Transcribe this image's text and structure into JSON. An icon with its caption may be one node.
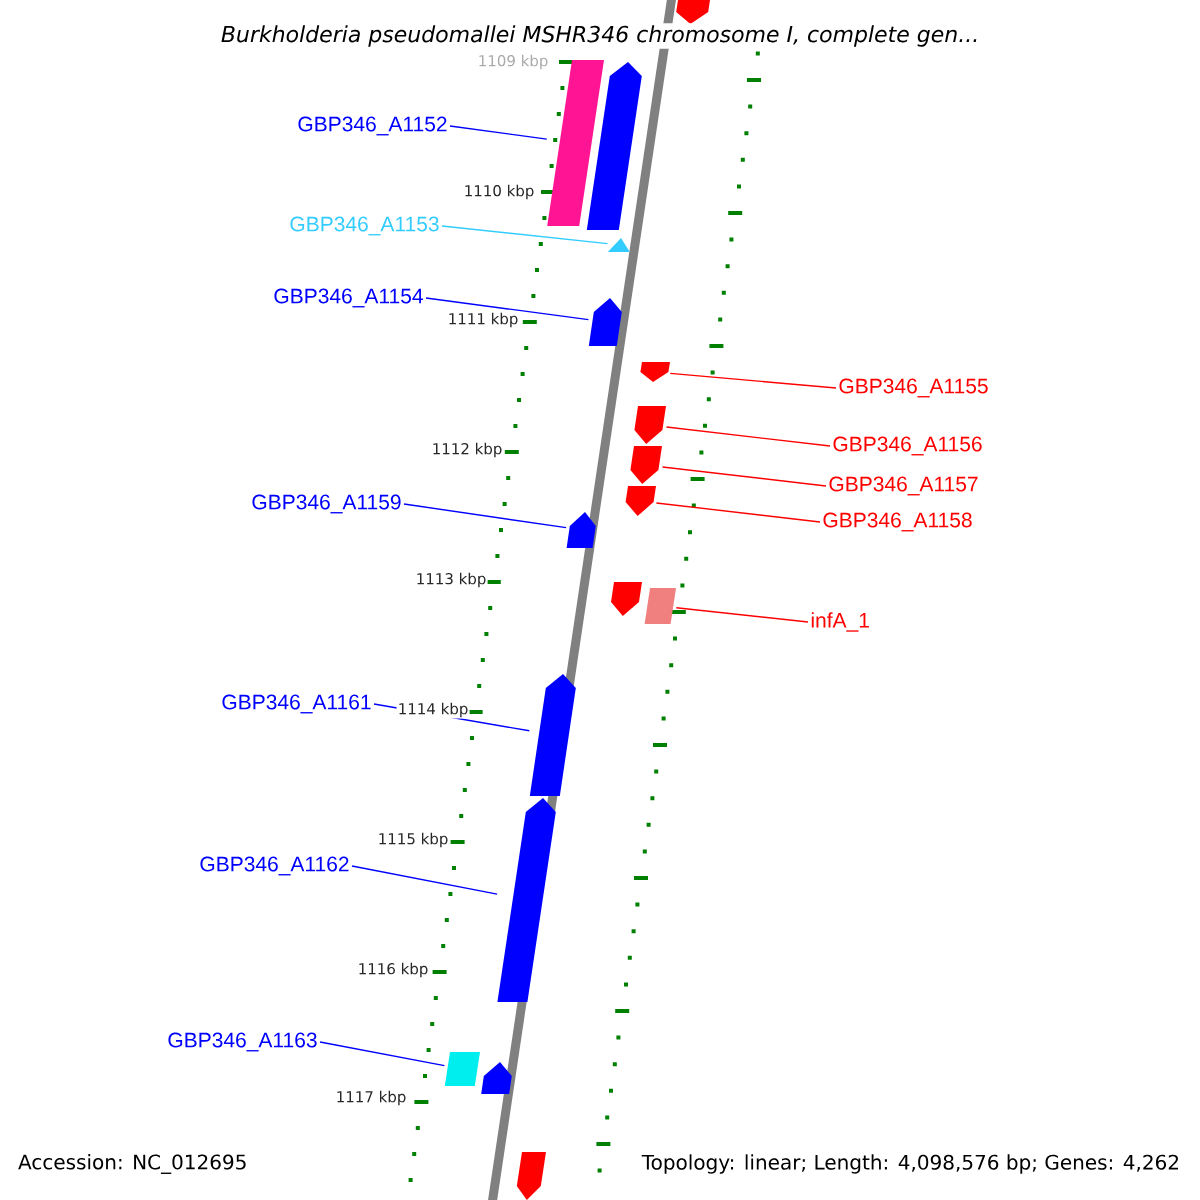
{
  "diagram": {
    "title": "Burkholderia pseudomallei MSHR346 chromosome I, complete gen...",
    "nodes": [
      {
        "text": [
          "GBP346_A1152"
        ]
      },
      {
        "text": [
          "GBP346_A1153"
        ]
      },
      {
        "text": [
          "GBP346_A1154"
        ]
      },
      {
        "text": [
          "GBP346_A1155"
        ]
      },
      {
        "text": [
          "GBP346_A1156"
        ]
      },
      {
        "text": [
          "GBP346_A1157"
        ]
      },
      {
        "text": [
          "GBP346_A1158"
        ]
      },
      {
        "text": [
          "GBP346_A1159"
        ]
      },
      {
        "text": [
          "infA_1"
        ]
      },
      {
        "text": [
          "GBP346_A1161"
        ]
      },
      {
        "text": [
          "GBP346_A1162"
        ]
      },
      {
        "text": [
          "GBP346_A1163"
        ]
      },
      {
        "text": [],
        "shape": "pentagon"
      },
      {
        "text": [],
        "shape": "box"
      },
      {
        "text": [],
        "shape": "pentagon"
      },
      {
        "text": [],
        "shape": "triangle"
      },
      {
        "text": [],
        "shape": "pentagon"
      },
      {
        "text": [],
        "shape": "pentagon"
      },
      {
        "text": [],
        "shape": "pentagon"
      },
      {
        "text": [],
        "shape": "pentagon"
      },
      {
        "text": [],
        "shape": "pentagon"
      },
      {
        "text": [],
        "shape": "pentagon"
      },
      {
        "text": [],
        "shape": "pentagon"
      },
      {
        "text": [],
        "shape": "box"
      },
      {
        "text": [],
        "shape": "pentagon"
      },
      {
        "text": [],
        "shape": "pentagon"
      },
      {
        "text": [],
        "shape": "box"
      },
      {
        "text": [],
        "shape": "pentagon"
      },
      {
        "text": [],
        "shape": "pentagon"
      }
    ],
    "edges": [
      {
        "from": 0,
        "to": 13,
        "arrow": "none"
      },
      {
        "from": 1,
        "to": 15,
        "arrow": "none",
        "color": "#33ccff"
      },
      {
        "from": 2,
        "to": 16,
        "arrow": "none"
      },
      {
        "from": 3,
        "to": 17,
        "arrow": "none",
        "color": "#ff0000"
      },
      {
        "from": 4,
        "to": 18,
        "arrow": "none",
        "color": "#ff0000"
      },
      {
        "from": 5,
        "to": 19,
        "arrow": "none",
        "color": "#ff0000"
      },
      {
        "from": 6,
        "to": 20,
        "arrow": "none",
        "color": "#ff0000"
      },
      {
        "from": 7,
        "to": 21,
        "arrow": "none"
      },
      {
        "from": 8,
        "to": 23,
        "arrow": "none",
        "color": "#ff0000"
      },
      {
        "from": 9,
        "to": 24,
        "arrow": "none"
      },
      {
        "from": 10,
        "to": 25,
        "arrow": "none"
      },
      {
        "from": 11,
        "to": 26,
        "arrow": "none"
      }
    ],
    "labels": [
      "1109 kbp",
      "1110 kbp",
      "1111 kbp",
      "1112 kbp",
      "1113 kbp",
      "1114 kbp",
      "1115 kbp",
      "1116 kbp",
      "1117 kbp",
      "Accession: NC_012695",
      "Topology: linear; Length: 4,098,576 bp; Genes: 4,262"
    ]
  }
}
